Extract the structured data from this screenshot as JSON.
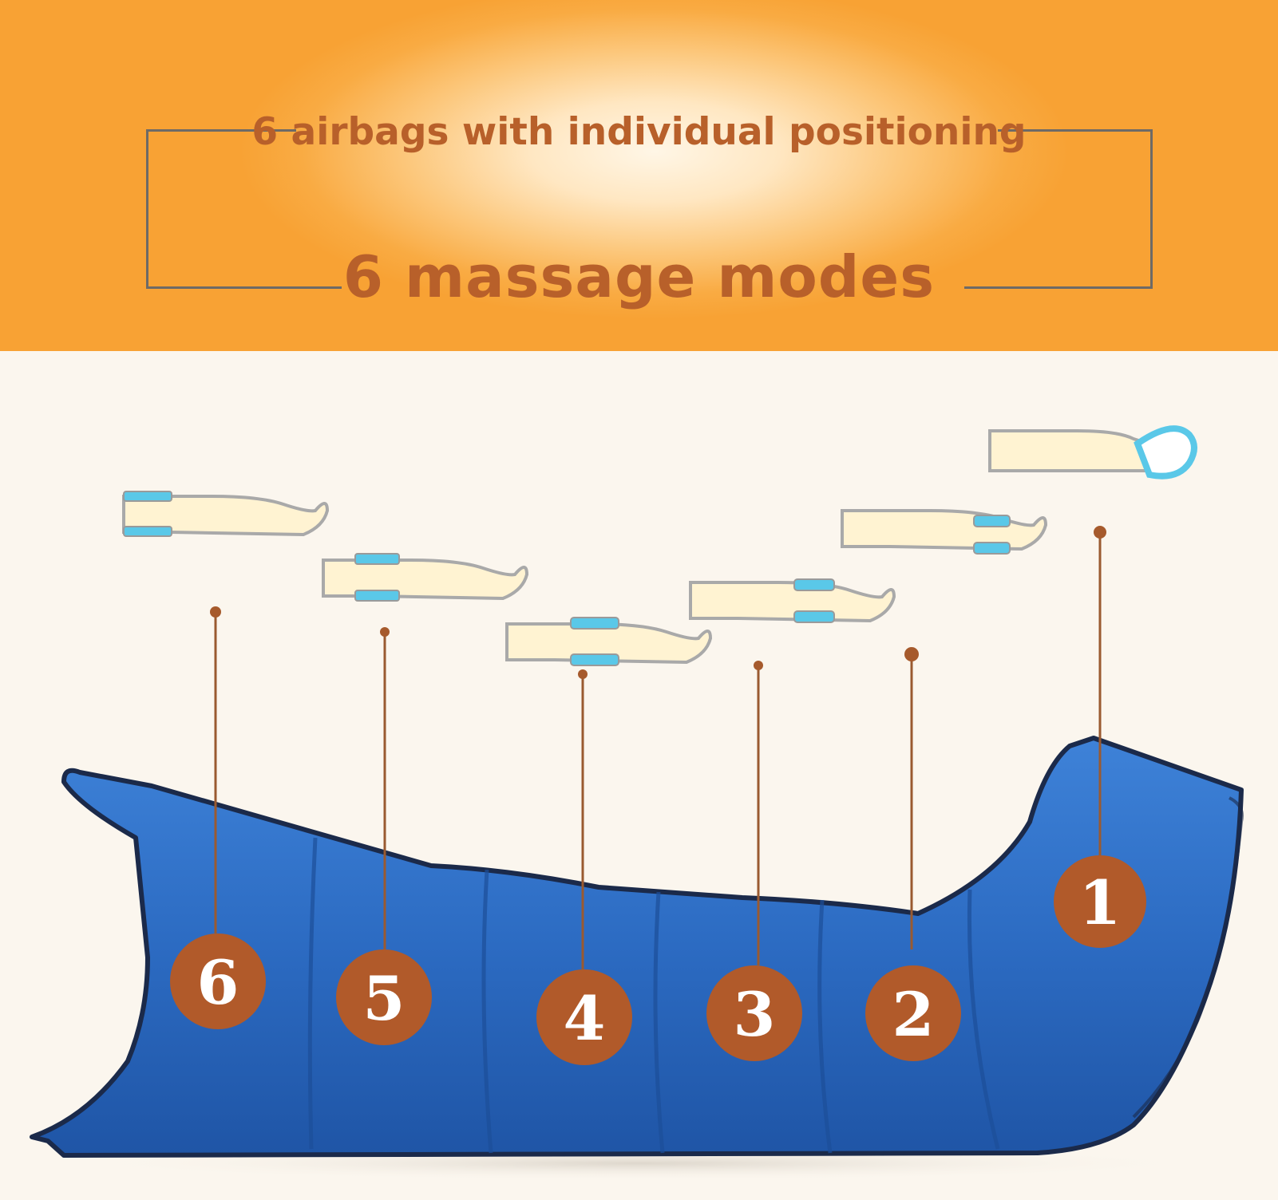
{
  "banner": {
    "subtitle": "6 airbags with individual positioning",
    "title": "6 massage modes"
  },
  "airbags": [
    {
      "number": "1",
      "highlight": "foot"
    },
    {
      "number": "2",
      "highlight": "ankle"
    },
    {
      "number": "3",
      "highlight": "calf"
    },
    {
      "number": "4",
      "highlight": "knee"
    },
    {
      "number": "5",
      "highlight": "lower-thigh"
    },
    {
      "number": "6",
      "highlight": "upper-thigh"
    }
  ],
  "colors": {
    "banner_orange": "#f8a234",
    "text_brown": "#b8602a",
    "badge_brown": "#b15a2a",
    "sleeve_blue": "#2e6ec6",
    "airbag_cyan": "#5ac8e8"
  }
}
